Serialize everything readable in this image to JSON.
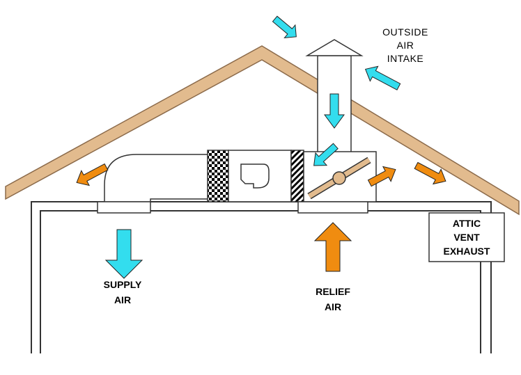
{
  "labels": {
    "outside_air": [
      "OUTSIDE",
      "AIR",
      "INTAKE"
    ],
    "attic_vent": [
      "ATTIC",
      "VENT",
      "EXHAUST"
    ],
    "supply_air": [
      "SUPPLY",
      "AIR"
    ],
    "relief_air": [
      "RELIEF",
      "AIR"
    ]
  },
  "colors": {
    "roof": "#e2bb8e",
    "roof_stroke": "#8b6a4a",
    "intake_arrow": "#33ddee",
    "exhaust_arrow": "#f08c10",
    "line": "#333333",
    "duct_fill": "#ffffff"
  }
}
